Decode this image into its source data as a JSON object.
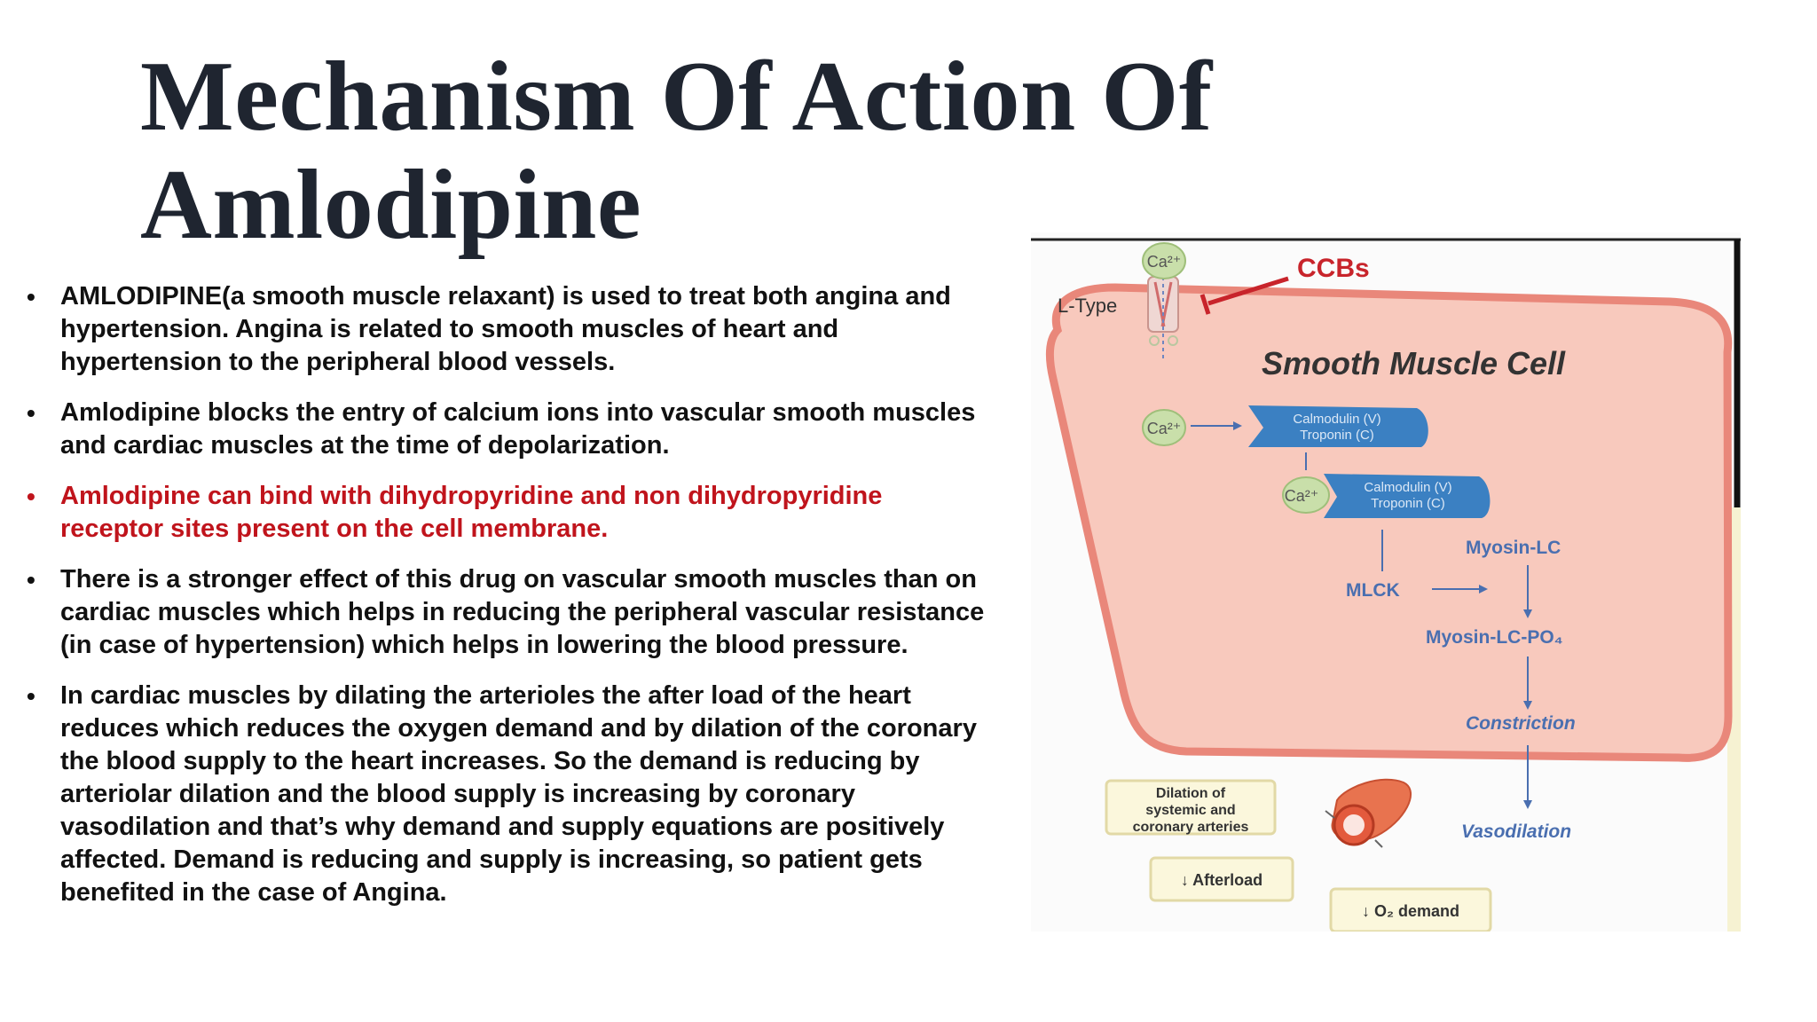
{
  "slide": {
    "title": "Mechanism Of Action Of Amlodipine",
    "bullets": [
      {
        "text": "AMLODIPINE(a smooth muscle relaxant) is used to treat both angina and hypertension. Angina is related to smooth muscles of heart and hypertension to the peripheral blood vessels.",
        "color": "#111111"
      },
      {
        "text": " Amlodipine blocks the entry of calcium ions into vascular smooth muscles and cardiac muscles at the time of depolarization.",
        "color": "#111111"
      },
      {
        "text": "Amlodipine can bind with dihydropyridine and non dihydropyridine receptor sites present on the cell membrane.",
        "color": "#c0141c"
      },
      {
        "text": "There is a stronger effect of this drug on vascular smooth muscles than on cardiac muscles which helps in reducing the peripheral vascular resistance (in case of hypertension) which helps in lowering the blood pressure.",
        "color": "#111111"
      },
      {
        "text": " In cardiac muscles by dilating the arterioles the after load of the heart reduces which reduces the oxygen demand and by dilation of the coronary the blood supply to the heart increases. So the demand is reducing by arteriolar dilation and the blood supply is increasing by coronary vasodilation and that’s why demand and supply equations are positively affected. Demand is reducing and supply is increasing, so patient gets benefited in the case of Angina.",
        "color": "#111111"
      }
    ],
    "bullet_symbol": "•"
  },
  "diagram": {
    "ca_label": "Ca²⁺",
    "ccbs": "CCBs",
    "l_type": "L-Type",
    "cell_label": "Smooth Muscle Cell",
    "calmodulin_line1": "Calmodulin (V)",
    "calmodulin_line2": "Troponin (C)",
    "myosin_lc": "Myosin-LC",
    "mlck": "MLCK",
    "myosin_lc_po4": "Myosin-LC-PO₄",
    "constriction": "Constriction",
    "vasodilation": "Vasodilation",
    "dilation_box": [
      "Dilation of",
      "systemic and",
      "coronary arteries"
    ],
    "afterload": "↓ Afterload",
    "o2_demand": "↓ O₂ demand",
    "colors": {
      "cell_fill": "#f8c9bd",
      "cell_stroke": "#e9877a",
      "blue_text": "#4a6fb0",
      "ccbs_red": "#c8242b",
      "ca_fill": "#c9dfaa",
      "calmodulin_fill": "#3b80c2"
    }
  }
}
